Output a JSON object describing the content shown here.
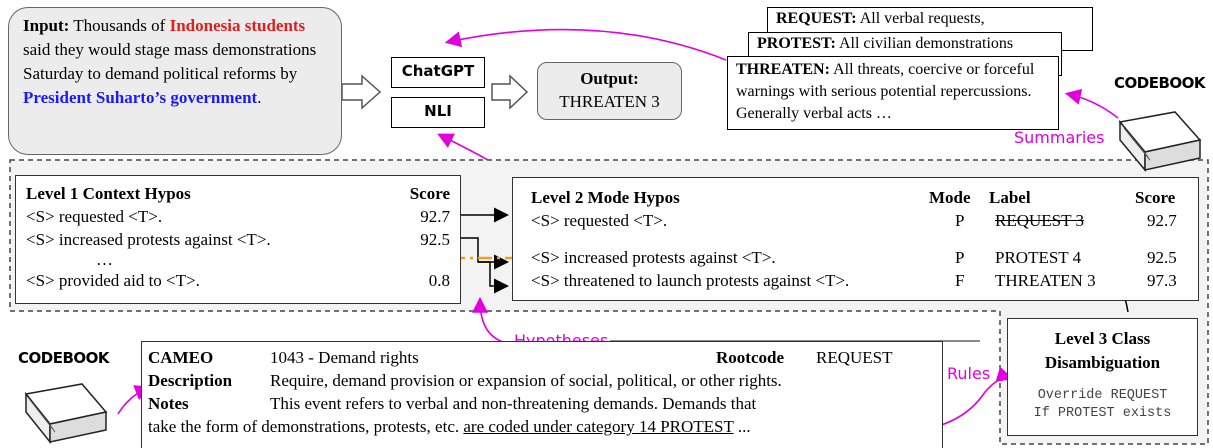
{
  "input": {
    "label": "Input:",
    "text_1": "Thousands of ",
    "entity_source": "Indonesia students",
    "text_2": " said they would stage mass demonstrations Saturday to demand political reforms by ",
    "entity_target": "President Suharto’s government",
    "text_3": "."
  },
  "models": {
    "chatgpt": "ChatGPT",
    "nli": "NLI"
  },
  "output": {
    "label": "Output:",
    "value": "THREATEN 3"
  },
  "summaries": {
    "caption": "Summaries",
    "request": {
      "name": "REQUEST:",
      "text": "All verbal requests,"
    },
    "protest": {
      "name": "PROTEST:",
      "text": "All civilian demonstrations"
    },
    "threaten": {
      "name": "THREATEN:",
      "text": "All threats, coercive or forceful warnings with serious potential repercussions. Generally verbal acts …"
    }
  },
  "codebook_label": "CODEBOOK",
  "level1": {
    "title": "Level 1  Context Hypos",
    "score_header": "Score",
    "rows": [
      {
        "hypo": "<S> requested <T>.",
        "score": "92.7"
      },
      {
        "hypo": "<S> increased protests against <T>.",
        "score": "92.5"
      },
      {
        "hypo": "…",
        "score": ""
      },
      {
        "hypo": "<S> provided aid to <T>.",
        "score": "0.8"
      }
    ]
  },
  "level2": {
    "title": "Level 2  Mode Hypos",
    "headers": {
      "mode": "Mode",
      "label": "Label",
      "score": "Score"
    },
    "rows": [
      {
        "hypo": "<S> requested <T>.",
        "mode": "P",
        "label": "REQUEST 3",
        "score": "92.7"
      },
      {
        "hypo": "<S> increased protests  against <T>.",
        "mode": "P",
        "label": "PROTEST 4",
        "score": "92.5"
      },
      {
        "hypo": "<S> threatened to launch protests against <T>.",
        "mode": "F",
        "label": "THREATEN 3",
        "score": "97.3"
      }
    ]
  },
  "level3": {
    "title": "Level 3 Class Disambiguation",
    "rule_line1": "Override REQUEST",
    "rule_line2": "If PROTEST exists"
  },
  "hypotheses_caption": "Hypotheses",
  "rules_caption": "Rules",
  "cameo": {
    "cameo_key": "CAMEO",
    "cameo_val": "1043 - Demand rights",
    "rootcode_key": "Rootcode",
    "rootcode_val": "REQUEST",
    "desc_key": "Description",
    "desc_val": "Require, demand provision or expansion of social, political, or other rights.",
    "notes_key": "Notes",
    "notes_val": "This event refers to verbal and non-threatening demands.  Demands that",
    "notes_val2": "take the form of demonstrations, protests, etc. ",
    "notes_underlined": "are coded under category 14 PROTEST",
    "notes_tail": " ..."
  },
  "colors": {
    "accent": "#e000e0",
    "source": "#e02020",
    "target": "#1a1aff",
    "cut_line": "#f0a020"
  }
}
